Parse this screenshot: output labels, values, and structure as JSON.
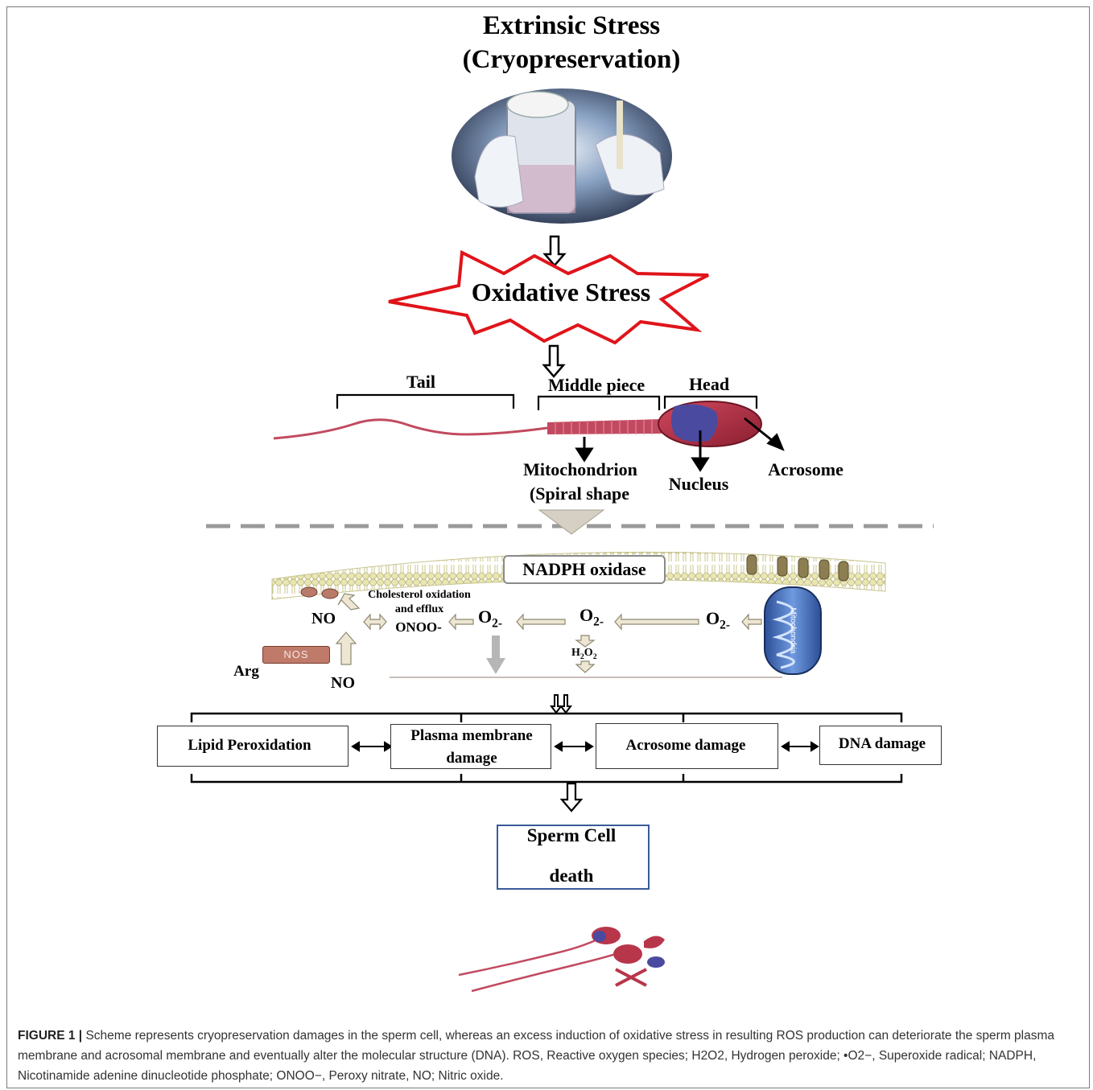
{
  "title": {
    "line1": "Extrinsic Stress",
    "line2": "(Cryopreservation)"
  },
  "oxidative_stress": "Oxidative Stress",
  "sperm_parts": {
    "tail": "Tail",
    "middle_piece": "Middle piece",
    "head": "Head"
  },
  "structures": {
    "mitochondrion_1": "Mitochondrion",
    "mitochondrion_2": "(Spiral shape",
    "nucleus": "Nucleus",
    "acrosome": "Acrosome"
  },
  "membrane": {
    "nadph_oxidase": "NADPH oxidase",
    "cholesterol_1": "Cholesterol oxidation",
    "cholesterol_2": "and efflux",
    "onoo": "ONOO-",
    "no_top": "NO",
    "no_bottom": "NO",
    "nos": "NOS",
    "arg": "Arg",
    "o2_1": "O",
    "o2_2": "O",
    "o2_3": "O",
    "o2_sub": "2-",
    "h2o2": "H",
    "mitochondria_label": "Mitochondria"
  },
  "damages": [
    "Lipid Peroxidation",
    "Plasma membrane",
    "damage",
    "Acrosome damage",
    "DNA damage"
  ],
  "outcome": {
    "line1": "Sperm Cell",
    "line2": "death"
  },
  "caption": {
    "label": "FIGURE 1 |",
    "text": " Scheme represents cryopreservation damages in the sperm cell, whereas an excess induction of oxidative stress in resulting ROS production can deteriorate the sperm plasma membrane and acrosomal membrane and eventually alter the molecular structure (DNA). ROS, Reactive oxygen species; H2O2, Hydrogen peroxide; •O2−, Superoxide radical; NADPH, Nicotinamide adenine dinucleotide phosphate; ONOO−, Peroxy nitrate, NO; Nitric oxide."
  },
  "colors": {
    "burst_stroke": "#e0141a",
    "sperm": "#b8364a",
    "nucleus": "#4a4aa0",
    "death_box": "#3a5a9a",
    "membrane": "#e8e4b0"
  }
}
